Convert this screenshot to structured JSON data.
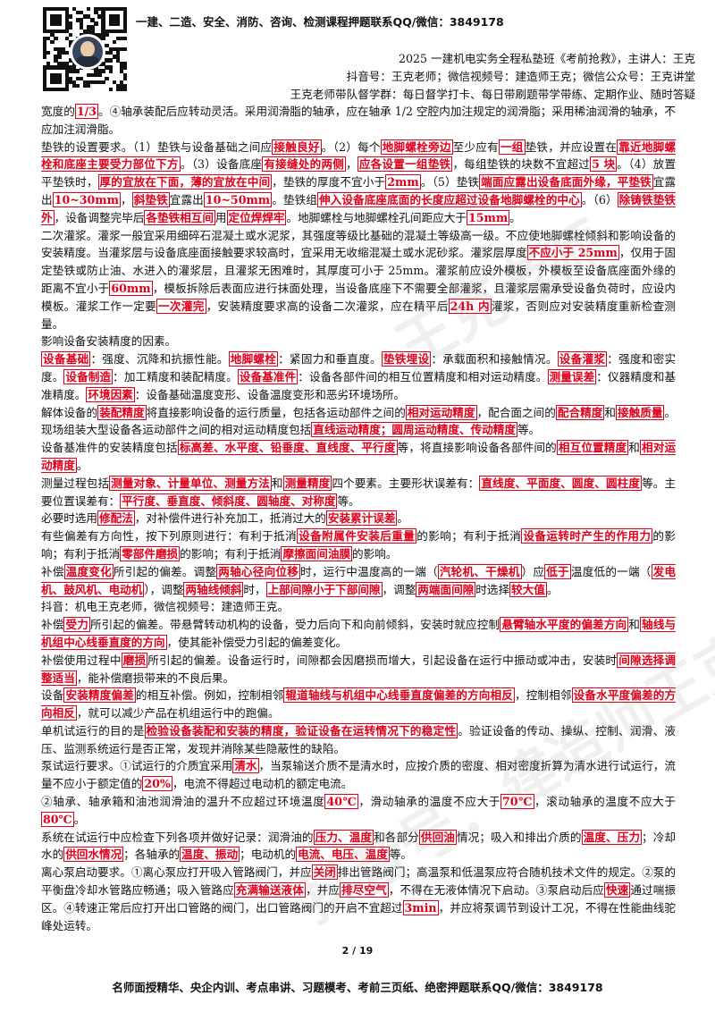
{
  "header": {
    "banner": "一建、二造、安全、消防、咨询、检测课程押题联系QQ/微信：3849178",
    "line1": "2025 一建机电实务全程私塾班《考前抢救》，主讲人：王克",
    "line2": "抖音号：王克老师；微信视频号：建造师王克；微信公众号：王克讲堂",
    "line3": "王克老师带队督学群：每日督学打卡、每日带刷题带学带练、定期作业、随时答疑"
  },
  "paragraphs": [
    [
      {
        "t": "宽度的"
      },
      {
        "t": "1/3",
        "h": 1
      },
      {
        "t": "。④轴承装配后应转动灵活。采用润滑脂的轴承，应在轴承 1/2 空腔内加注规定的润滑脂；采用稀油润滑的轴承，不应加注润滑脂。"
      }
    ],
    [
      {
        "t": "垫铁的设置要求。（1）垫铁与设备基础之间应"
      },
      {
        "t": "接触良好",
        "h": 1
      },
      {
        "t": "。（2）每个"
      },
      {
        "t": "地脚螺栓旁边",
        "h": 1
      },
      {
        "t": "至少应有"
      },
      {
        "t": "一组",
        "h": 1
      },
      {
        "t": "垫铁，并应设置在"
      },
      {
        "t": "靠近地脚螺栓和底座主要受力部位下方",
        "h": 1
      },
      {
        "t": "。（3）设备底座"
      },
      {
        "t": "有接缝处的两侧",
        "h": 1
      },
      {
        "t": "，"
      },
      {
        "t": "应各设置一组垫铁",
        "h": 1
      },
      {
        "t": "，每组垫铁的块数不宜超过"
      },
      {
        "t": "5 块",
        "h": 1
      },
      {
        "t": "。（4）放置平垫铁时，"
      },
      {
        "t": "厚的宜放在下面，薄的宜放在中间",
        "h": 1
      },
      {
        "t": "，垫铁的厚度不宜小于"
      },
      {
        "t": "2mm",
        "h": 1
      },
      {
        "t": "。（5）垫铁"
      },
      {
        "t": "端面应露出设备底面外缘，平垫铁",
        "h": 1
      },
      {
        "t": "宜露出"
      },
      {
        "t": "10~30mm",
        "h": 1
      },
      {
        "t": "，"
      },
      {
        "t": "斜垫铁",
        "h": 1
      },
      {
        "t": "宜露出"
      },
      {
        "t": "10~50mm",
        "h": 1
      },
      {
        "t": "。垫铁组"
      },
      {
        "t": "伸入设备底座底面的长度应超过设备地脚螺栓的中心",
        "h": 1
      },
      {
        "t": "。（6）"
      },
      {
        "t": "除铸铁垫铁外",
        "h": 1
      },
      {
        "t": "，设备调整完毕后"
      },
      {
        "t": "各垫铁相互间",
        "h": 1
      },
      {
        "t": "用"
      },
      {
        "t": "定位焊焊牢",
        "h": 1
      },
      {
        "t": "。地脚螺栓与地脚螺栓孔间距应大于"
      },
      {
        "t": "15mm",
        "h": 1
      },
      {
        "t": "。"
      }
    ],
    [
      {
        "t": "二次灌浆。灌浆一般宜采用细碎石混凝土或水泥浆，其强度等级比基础的混凝土等级高一级。不应使地脚螺栓倾斜和影响设备的安装精度。当灌浆层与设备底座面接触要求较高时，宜采用无收缩混凝土或水泥砂浆。灌浆层厚度"
      },
      {
        "t": "不应小于 25mm",
        "h": 1
      },
      {
        "t": "，仅用于固定垫铁或防止油、水进入的灌浆层，且灌浆无困难时，其厚度可小于 25mm。灌浆前应设外模板，外模板至设备底座面外缘的距离不宜小于"
      },
      {
        "t": "60mm",
        "h": 1
      },
      {
        "t": "，模板拆除后表面应进行抹面处理，当设备底座下不需要全部灌浆，且灌浆层需承受设备负荷时，应设内模板。灌浆工作一定要"
      },
      {
        "t": "一次灌完",
        "h": 1
      },
      {
        "t": "，安装精度要求高的设备二次灌浆，应在精平后"
      },
      {
        "t": "24h 内",
        "h": 1
      },
      {
        "t": "灌浆，否则应对安装精度重新检查测量。"
      }
    ],
    [
      {
        "t": "影响设备安装精度的因素。"
      }
    ],
    [
      {
        "t": "设备基础",
        "h": 1
      },
      {
        "t": "：强度、沉降和抗振性能。"
      },
      {
        "t": "地脚螺栓",
        "h": 1
      },
      {
        "t": "：紧固力和垂直度。"
      },
      {
        "t": "垫铁埋设",
        "h": 1
      },
      {
        "t": "：承载面积和接触情况。"
      },
      {
        "t": "设备灌浆",
        "h": 1
      },
      {
        "t": "：强度和密实度。"
      },
      {
        "t": "设备制造",
        "h": 1
      },
      {
        "t": "：加工精度和装配精度。"
      },
      {
        "t": "设备基准件",
        "h": 1
      },
      {
        "t": "：设备各部件间的相互位置精度和相对运动精度。"
      },
      {
        "t": "测量误差",
        "h": 1
      },
      {
        "t": "：仪器精度和基准精度。"
      },
      {
        "t": "环境因素",
        "h": 1
      },
      {
        "t": "：设备基础温度变形、设备温度变形和恶劣环境场所。"
      }
    ],
    [
      {
        "t": "解体设备的"
      },
      {
        "t": "装配精度",
        "h": 1
      },
      {
        "t": "将直接影响设备的运行质量，包括各运动部件之间的"
      },
      {
        "t": "相对运动精度",
        "h": 1
      },
      {
        "t": "，配合面之间的"
      },
      {
        "t": "配合精度",
        "h": 1
      },
      {
        "t": "和"
      },
      {
        "t": "接触质量",
        "h": 1
      },
      {
        "t": "。现场组装大型设备各运动部件之间的相对运动精度包括"
      },
      {
        "t": "直线运动精度；圆周运动精度、传动精度",
        "h": 1
      },
      {
        "t": "等。"
      }
    ],
    [
      {
        "t": "设备基准件的安装精度包括"
      },
      {
        "t": "标高差、水平度、铅垂度、直线度、平行度",
        "h": 1
      },
      {
        "t": "等，将直接影响设备各部件间的"
      },
      {
        "t": "相互位置精度",
        "h": 1
      },
      {
        "t": "和"
      },
      {
        "t": "相对运动精度",
        "h": 1
      },
      {
        "t": "。"
      }
    ],
    [
      {
        "t": "测量过程包括"
      },
      {
        "t": "测量对象、计量单位、测量方法",
        "h": 1
      },
      {
        "t": "和"
      },
      {
        "t": "测量精度",
        "h": 1
      },
      {
        "t": "四个要素。主要形状误差有："
      },
      {
        "t": "直线度、平面度、圆度、圆柱度",
        "h": 1
      },
      {
        "t": "等。主要位置误差有："
      },
      {
        "t": "平行度、垂直度、倾斜度、圆轴度、对称度",
        "h": 1
      },
      {
        "t": "等。"
      }
    ],
    [
      {
        "t": "必要时选用"
      },
      {
        "t": "修配法",
        "h": 1
      },
      {
        "t": "，对补偿件进行补充加工，抵消过大的"
      },
      {
        "t": "安装累计误差",
        "h": 1
      },
      {
        "t": "。"
      }
    ],
    [
      {
        "t": "有些偏差有方向性，按下列原则进行：有利于抵消"
      },
      {
        "t": "设备附属件安装后重量",
        "h": 1
      },
      {
        "t": "的影响；有利于抵消"
      },
      {
        "t": "设备运转时产生的作用力",
        "h": 1
      },
      {
        "t": "的影响；有利于抵消"
      },
      {
        "t": "零部件磨损",
        "h": 1
      },
      {
        "t": "的影响；有利于抵消"
      },
      {
        "t": "摩擦面间油膜",
        "h": 1
      },
      {
        "t": "的影响。"
      }
    ],
    [
      {
        "t": "补偿"
      },
      {
        "t": "温度变化",
        "h": 1
      },
      {
        "t": "所引起的偏差。调整"
      },
      {
        "t": "两轴心径向位移",
        "h": 1
      },
      {
        "t": "时，运行中温度高的一端（"
      },
      {
        "t": "汽轮机、干燥机",
        "h": 1
      },
      {
        "t": "）应"
      },
      {
        "t": "低于",
        "h": 1
      },
      {
        "t": "温度低的一端（"
      },
      {
        "t": "发电机、鼓风机、电动机",
        "h": 1
      },
      {
        "t": "），调整"
      },
      {
        "t": "两轴线倾斜",
        "h": 1
      },
      {
        "t": "时，"
      },
      {
        "t": "上部间隙小于下部间隙",
        "h": 1
      },
      {
        "t": "，调整"
      },
      {
        "t": "两端面间隙",
        "h": 1
      },
      {
        "t": "时选择"
      },
      {
        "t": "较大值",
        "h": 1
      },
      {
        "t": "。"
      }
    ],
    [
      {
        "t": "抖音：机电王克老师，微信视频号：建造师王克。"
      }
    ],
    [
      {
        "t": "补偿"
      },
      {
        "t": "受力",
        "h": 1
      },
      {
        "t": "所引起的偏差。带悬臂转动机构的设备，受力后向下和向前倾斜，安装时就应控制"
      },
      {
        "t": "悬臂轴水平度的偏差方向",
        "h": 1
      },
      {
        "t": "和"
      },
      {
        "t": "轴线与机组中心线垂直度的方向",
        "h": 1
      },
      {
        "t": "，使其能补偿受力引起的偏差变化。"
      }
    ],
    [
      {
        "t": "补偿使用过程中"
      },
      {
        "t": "磨损",
        "h": 1
      },
      {
        "t": "所引起的偏差。设备运行时，间隙都会因磨损而增大，引起设备在运行中振动或冲击，安装时"
      },
      {
        "t": "间隙选择调整适当",
        "h": 1
      },
      {
        "t": "，能补偿磨损带来的不良后果。"
      }
    ],
    [
      {
        "t": "设备"
      },
      {
        "t": "安装精度偏差",
        "h": 1
      },
      {
        "t": "的相互补偿。例如，控制相邻"
      },
      {
        "t": "辊道轴线与机组中心线垂直度偏差的方向相反",
        "h": 1
      },
      {
        "t": "，控制相邻"
      },
      {
        "t": "设备水平度偏差的方向相反",
        "h": 1
      },
      {
        "t": "，就可以减少产品在机组运行中的跑偏。"
      }
    ],
    [
      {
        "t": "单机试运行的目的是"
      },
      {
        "t": "检验设备装配和安装的精度，验证设备在运转情况下的稳定性",
        "h": 1
      },
      {
        "t": "。验证设备的传动、操纵、控制、润滑、液压、监测系统运行是否正常，发现并消除某些隐蔽性的缺陷。"
      }
    ],
    [
      {
        "t": "泵试运行要求。①试运行的介质宜采用"
      },
      {
        "t": "清水",
        "h": 1
      },
      {
        "t": "，当泵输送介质不是清水时，应按介质的密度、相对密度折算为清水进行试运行，流量不应小于额定值的"
      },
      {
        "t": "20%",
        "h": 1
      },
      {
        "t": "，电流不得超过电动机的额定电流。"
      }
    ],
    [
      {
        "t": "②轴承、轴承箱和油池润滑油的温升不应超过环境温度"
      },
      {
        "t": "40℃",
        "h": 1
      },
      {
        "t": "，滑动轴承的温度不应大于"
      },
      {
        "t": "70℃",
        "h": 1
      },
      {
        "t": "，滚动轴承的温度不应大于"
      },
      {
        "t": "80℃",
        "h": 1
      },
      {
        "t": "。"
      }
    ],
    [
      {
        "t": "系统在试运行中应检查下列各项并做好记录：润滑油的"
      },
      {
        "t": "压力、温度",
        "h": 1
      },
      {
        "t": "和各部分"
      },
      {
        "t": "供回油",
        "h": 1
      },
      {
        "t": "情况；吸入和排出介质的"
      },
      {
        "t": "温度、压力",
        "h": 1
      },
      {
        "t": "；冷却水的"
      },
      {
        "t": "供回水情况",
        "h": 1
      },
      {
        "t": "；各轴承的"
      },
      {
        "t": "温度、振动",
        "h": 1
      },
      {
        "t": "；电动机的"
      },
      {
        "t": "电流、电压、温度",
        "h": 1
      },
      {
        "t": "等。"
      }
    ],
    [
      {
        "t": "离心泵启动要求。①离心泵应打开吸入管路阀门，并应"
      },
      {
        "t": "关闭",
        "h": 1
      },
      {
        "t": "排出管路阀门；高温泵和低温泵应符合随机技术文件的规定。②泵的平衡盘冷却水管路应畅通；吸入管路应"
      },
      {
        "t": "充满输送液体",
        "h": 1
      },
      {
        "t": "，并应"
      },
      {
        "t": "排尽空气",
        "h": 1
      },
      {
        "t": "，不得在无液体情况下启动。③泵启动后应"
      },
      {
        "t": "快速",
        "h": 1
      },
      {
        "t": "通过喘振区。④转速正常后应打开出口管路的阀门，出口管路阀门的开启不宜超过"
      },
      {
        "t": "3min",
        "h": 1
      },
      {
        "t": "，并应将泵调节到设计工况，不得在性能曲线驼峰处运转。"
      }
    ]
  ],
  "page_number": "2 / 19",
  "footer": "名师面授精华、央企内训、考点串讲、习题模考、考前三页纸、绝密押题联系QQ/微信：3849178"
}
